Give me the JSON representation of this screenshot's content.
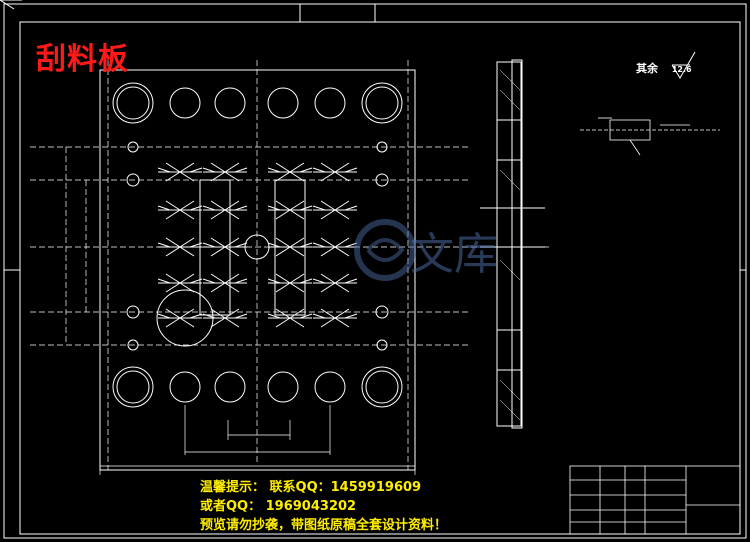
{
  "drawing": {
    "part_name": "刮料板",
    "roughness_label": "其余",
    "roughness_value": "12.6"
  },
  "notice": {
    "line1": "温馨提示： 联系QQ：1459919609",
    "line2": "或者QQ： 1969043202",
    "line3": "预览请勿抄袭，带图纸原稿全套设计资料！"
  },
  "watermark": {
    "text": "文库"
  },
  "colors": {
    "background": "#000000",
    "lines": "#ffffff",
    "title": "#ff1a1a",
    "notice": "#ffee00"
  }
}
